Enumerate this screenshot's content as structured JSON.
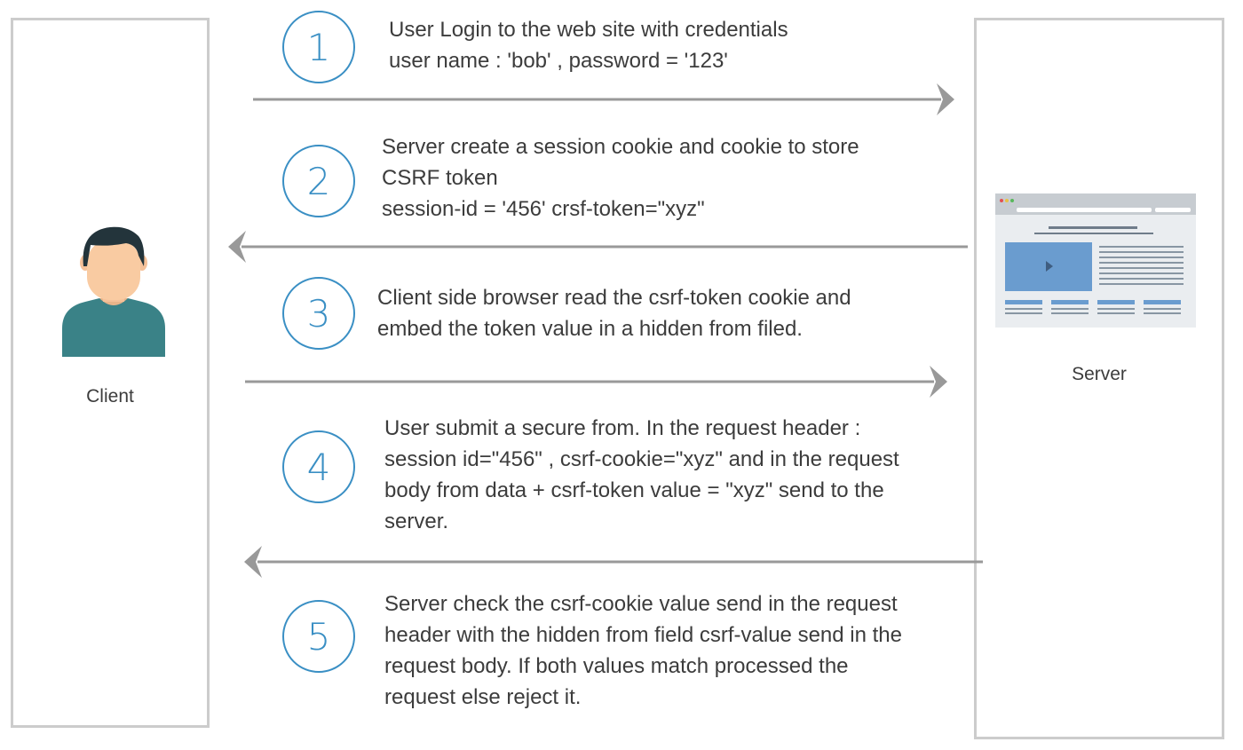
{
  "client": {
    "label": "Client"
  },
  "server": {
    "label": "Server"
  },
  "steps": [
    {
      "number": "1",
      "lines": [
        "User Login to the web site with credentials",
        "user name : 'bob' , password = '123'"
      ],
      "direction": "to-server"
    },
    {
      "number": "2",
      "lines": [
        "Server create a session cookie and cookie to store",
        "CSRF token",
        "session-id = '456' crsf-token=\"xyz\""
      ],
      "direction": "to-client"
    },
    {
      "number": "3",
      "lines": [
        "Client side browser read the csrf-token cookie and",
        "embed the token value in a hidden from filed."
      ],
      "direction": "to-server"
    },
    {
      "number": "4",
      "lines": [
        "User submit a secure from. In the request header :",
        "session id=\"456\" , csrf-cookie=\"xyz\" and in the request",
        "body from data + csrf-token value = \"xyz\" send to the",
        "server."
      ],
      "direction": "to-client"
    },
    {
      "number": "5",
      "lines": [
        "Server check the csrf-cookie value send in the request",
        "header with the hidden from field csrf-value send in the",
        "request body. If both values match processed the",
        "request else reject it."
      ]
    }
  ],
  "colors": {
    "accent": "#3a8fc4",
    "arrow": "#999999",
    "panel_border": "#cccccc",
    "avatar_shirt": "#3a8287",
    "avatar_skin": "#f9cba2",
    "avatar_hair": "#23343b",
    "browser_media": "#6a9ccf"
  },
  "icons": {
    "client": "user-avatar-icon",
    "server": "browser-window-icon"
  }
}
